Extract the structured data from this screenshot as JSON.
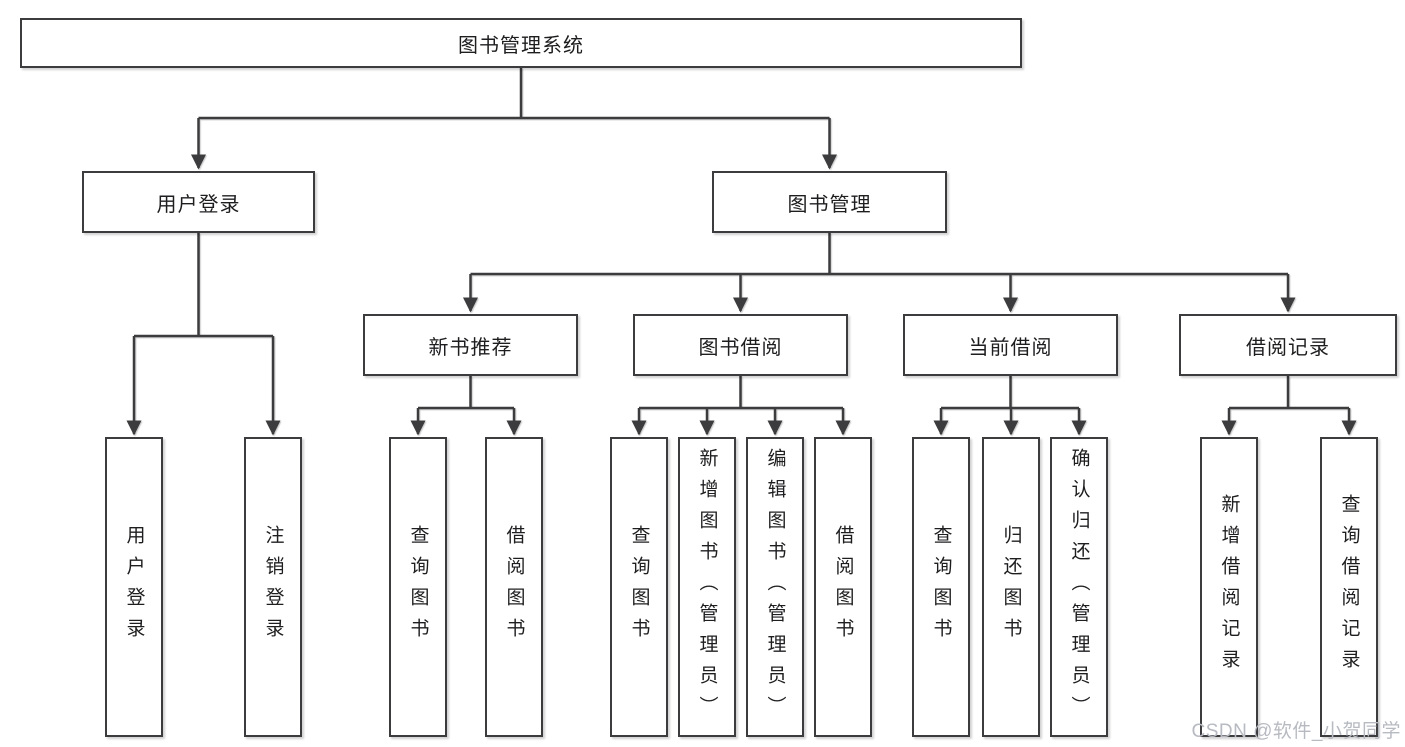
{
  "colors": {
    "line": "#3c3c3e",
    "border": "#3c3c3e",
    "fill": "#ffffff",
    "text": "#1e1e20",
    "watermark": "#b7bac1",
    "bg": "#ffffff"
  },
  "tree": {
    "root": "图书管理系统",
    "level2": [
      "用户登录",
      "图书管理"
    ],
    "level3": [
      "新书推荐",
      "图书借阅",
      "当前借阅",
      "借阅记录"
    ],
    "leaves_user_login": [
      "用户登录",
      "注销登录"
    ],
    "leaves_new_book": [
      "查询图书",
      "借阅图书"
    ],
    "leaves_book_borrow": [
      "查询图书",
      "新增图书（管理员）",
      "编辑图书（管理员）",
      "借阅图书"
    ],
    "leaves_current_borrow": [
      "查询图书",
      "归还图书",
      "确认归还（管理员）"
    ],
    "leaves_borrow_record": [
      "新增借阅记录",
      "查询借阅记录"
    ]
  },
  "watermark": "CSDN @软件_小贺同学"
}
